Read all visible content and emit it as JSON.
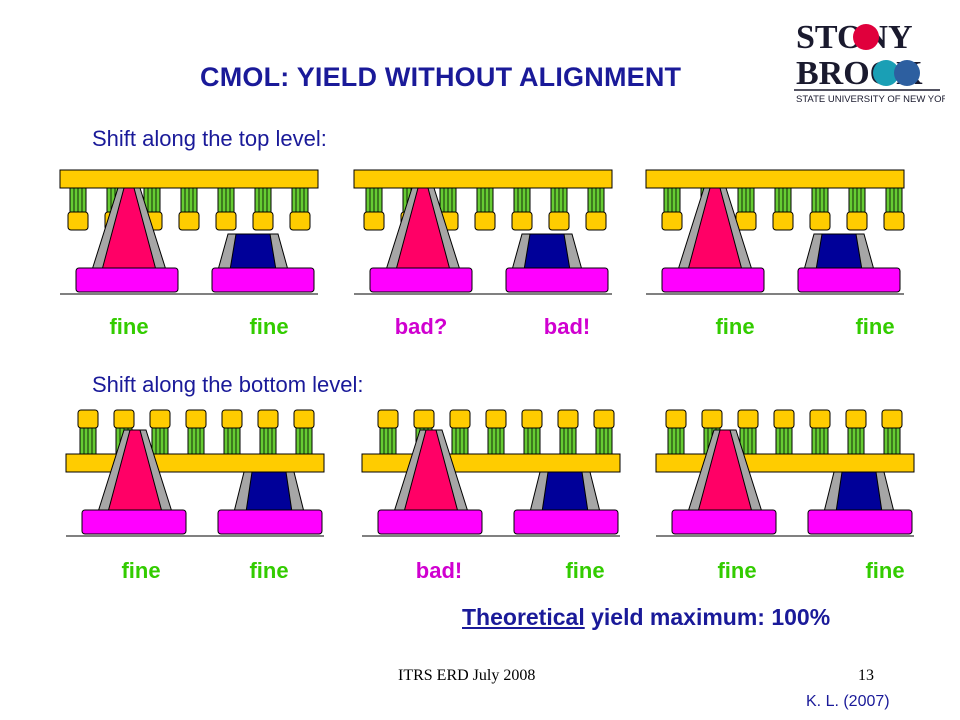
{
  "title": "CMOL: YIELD WITHOUT ALIGNMENT",
  "logo": {
    "line1": "STONY",
    "line2": "BROOK",
    "tagline": "STATE UNIVERSITY OF NEW YORK"
  },
  "section_top": {
    "heading": "Shift along the top level:",
    "labels": [
      "fine",
      "fine",
      "bad?",
      "bad!",
      "fine",
      "fine"
    ]
  },
  "section_bottom": {
    "heading": "Shift along the bottom level:",
    "labels": [
      "fine",
      "fine",
      "bad!",
      "fine",
      "fine",
      "fine"
    ]
  },
  "yield": {
    "underlined": "Theoretical",
    "rest": " yield maximum: 100%"
  },
  "footer": "ITRS ERD July 2008",
  "page_number": "13",
  "credit": "K. L. (2007)",
  "colors": {
    "title": "#1a1a99",
    "fine": "#33cc00",
    "bad": "#d000d0",
    "bar": "#ffcc00",
    "pin": "#66cc33",
    "red_pin": "#ff0066",
    "blue_pin": "#000099",
    "pad": "#ff00ff",
    "gray": "#a6a6a6"
  }
}
